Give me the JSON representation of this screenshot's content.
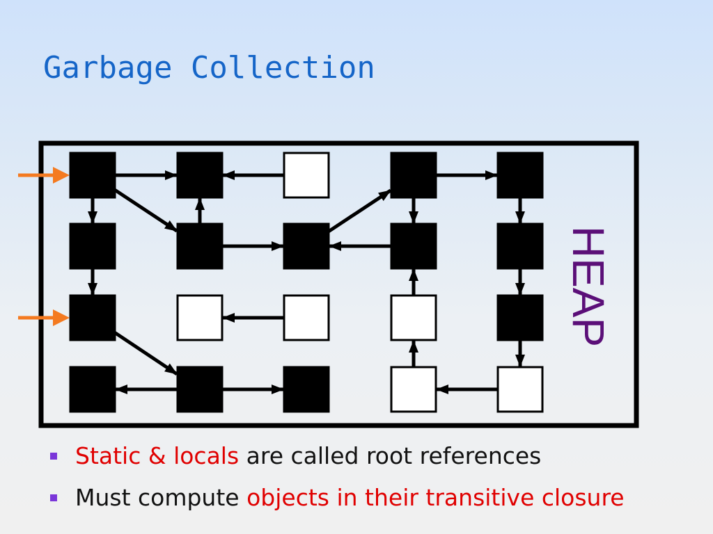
{
  "slide": {
    "title": "Garbage Collection"
  },
  "heap": {
    "label": "HEAP",
    "label_color": "#5b0f78",
    "reachable_color": "#000000",
    "unreachable_color": "#ffffff",
    "root_arrow_color": "#f47a20",
    "root_rows": [
      1,
      3
    ],
    "nodes": [
      {
        "id": "r1c1",
        "state": "reachable"
      },
      {
        "id": "r1c2",
        "state": "reachable"
      },
      {
        "id": "r1c3",
        "state": "unreachable"
      },
      {
        "id": "r1c4",
        "state": "reachable"
      },
      {
        "id": "r1c5",
        "state": "reachable"
      },
      {
        "id": "r2c1",
        "state": "reachable"
      },
      {
        "id": "r2c2",
        "state": "reachable"
      },
      {
        "id": "r2c3",
        "state": "reachable"
      },
      {
        "id": "r2c4",
        "state": "reachable"
      },
      {
        "id": "r2c5",
        "state": "reachable"
      },
      {
        "id": "r3c1",
        "state": "reachable"
      },
      {
        "id": "r3c2",
        "state": "unreachable"
      },
      {
        "id": "r3c3",
        "state": "unreachable"
      },
      {
        "id": "r3c4",
        "state": "unreachable"
      },
      {
        "id": "r3c5",
        "state": "reachable"
      },
      {
        "id": "r4c1",
        "state": "reachable"
      },
      {
        "id": "r4c2",
        "state": "reachable"
      },
      {
        "id": "r4c3",
        "state": "reachable"
      },
      {
        "id": "r4c4",
        "state": "unreachable"
      },
      {
        "id": "r4c5",
        "state": "unreachable"
      }
    ],
    "edges": [
      {
        "from": "r1c1",
        "to": "r1c2"
      },
      {
        "from": "r1c1",
        "to": "r2c1"
      },
      {
        "from": "r1c1",
        "to": "r2c2"
      },
      {
        "from": "r1c3",
        "to": "r1c2"
      },
      {
        "from": "r2c2",
        "to": "r1c2"
      },
      {
        "from": "r2c2",
        "to": "r2c3"
      },
      {
        "from": "r2c3",
        "to": "r1c4"
      },
      {
        "from": "r1c4",
        "to": "r1c5"
      },
      {
        "from": "r1c4",
        "to": "r2c4"
      },
      {
        "from": "r2c4",
        "to": "r2c3"
      },
      {
        "from": "r1c5",
        "to": "r2c5"
      },
      {
        "from": "r2c1",
        "to": "r3c1"
      },
      {
        "from": "r3c1",
        "to": "r4c2"
      },
      {
        "from": "r3c3",
        "to": "r3c2"
      },
      {
        "from": "r3c4",
        "to": "r2c4"
      },
      {
        "from": "r4c4",
        "to": "r3c4"
      },
      {
        "from": "r2c5",
        "to": "r3c5"
      },
      {
        "from": "r3c5",
        "to": "r4c5"
      },
      {
        "from": "r4c5",
        "to": "r4c4"
      },
      {
        "from": "r4c2",
        "to": "r4c1"
      },
      {
        "from": "r4c2",
        "to": "r4c3"
      }
    ]
  },
  "bullets": [
    {
      "highlight": "Static & locals",
      "rest": " are called root references"
    },
    {
      "lead": "Must compute ",
      "highlight": "objects in their transitive closure"
    }
  ],
  "colors": {
    "title": "#1565c8",
    "highlight": "#e00000",
    "bullet_marker": "#7a36d9"
  }
}
